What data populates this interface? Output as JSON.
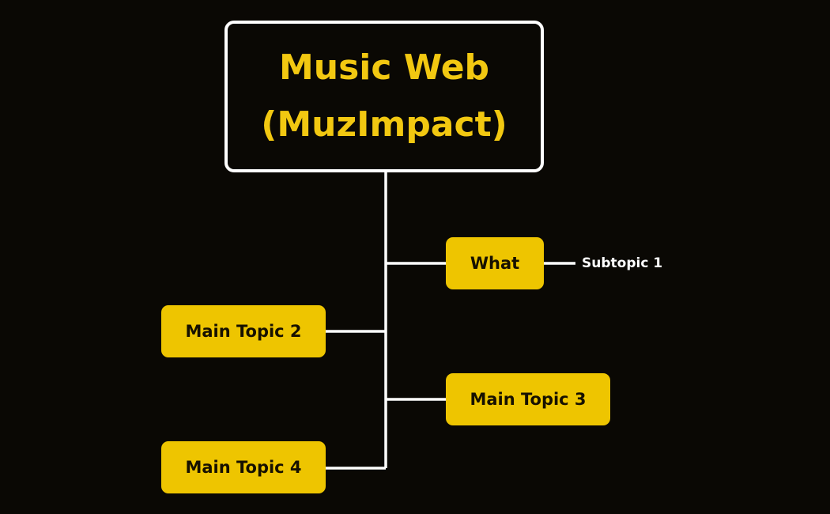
{
  "root": {
    "line1": "Music Web",
    "line2": "(MuzImpact)"
  },
  "topics": [
    {
      "label": "What"
    },
    {
      "label": "Main Topic 2"
    },
    {
      "label": "Main Topic 3"
    },
    {
      "label": "Main Topic 4"
    }
  ],
  "subtopics": [
    {
      "label": "Subtopic 1"
    }
  ],
  "colors": {
    "background": "#0a0804",
    "accent": "#eec500",
    "title_text": "#f2c811",
    "lines": "#ffffff"
  }
}
